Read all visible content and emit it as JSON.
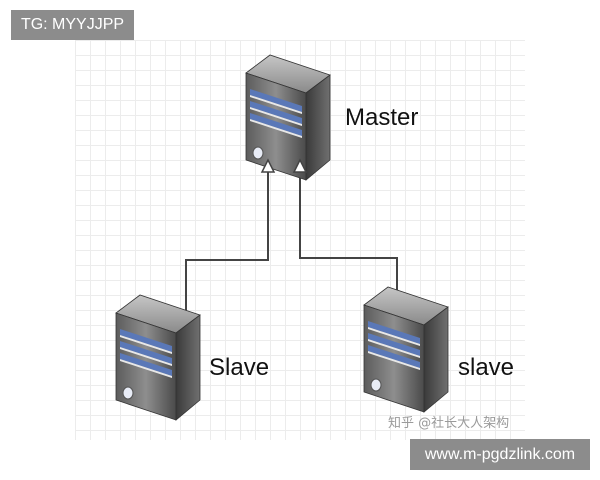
{
  "tag": {
    "text": "TG: MYYJJPP"
  },
  "footer": {
    "url": "www.m-pgdzlink.com"
  },
  "watermark": {
    "text": "知乎 @社长大人架构"
  },
  "nodes": {
    "master": {
      "label": "Master"
    },
    "slave_left": {
      "label": "Slave"
    },
    "slave_right": {
      "label": "slave"
    }
  },
  "colors": {
    "server_dark": "#3a3a3a",
    "server_light": "#8a8a8a",
    "stripe": "#5a78b8",
    "line": "#444444"
  }
}
